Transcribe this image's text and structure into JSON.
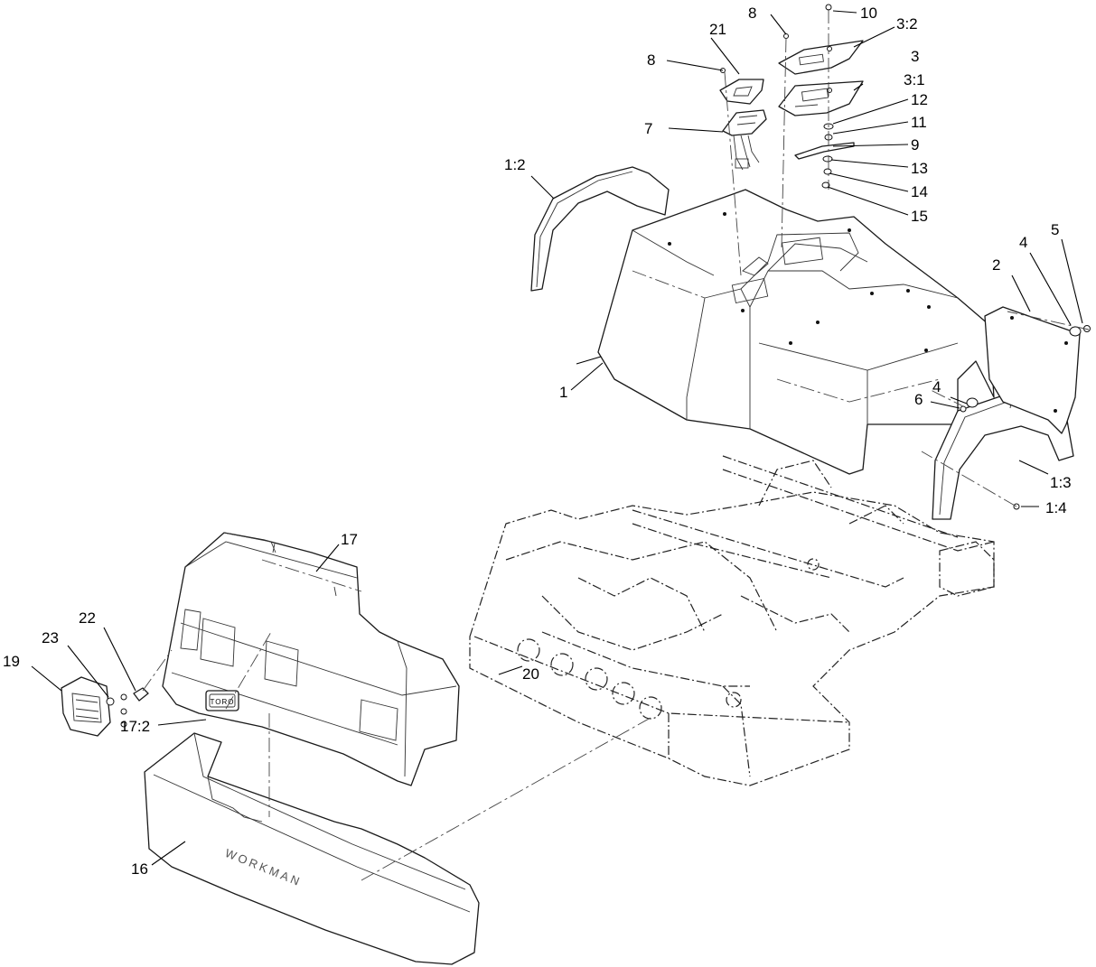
{
  "labels": {
    "l1": "1",
    "l1_2": "1:2",
    "l1_3": "1:3",
    "l1_4": "1:4",
    "l2": "2",
    "l3": "3",
    "l3_1": "3:1",
    "l3_2": "3:2",
    "l4a": "4",
    "l4b": "4",
    "l5": "5",
    "l6": "6",
    "l7": "7",
    "l8a": "8",
    "l8b": "8",
    "l9": "9",
    "l10": "10",
    "l11": "11",
    "l12": "12",
    "l13": "13",
    "l14": "14",
    "l15": "15",
    "l16": "16",
    "l17": "17",
    "l17_2": "17:2",
    "l19": "19",
    "l20": "20",
    "l21": "21",
    "l22": "22",
    "l23": "23"
  },
  "embossing": {
    "bumper_text": "WORKMAN",
    "badge_text": "TORO"
  }
}
